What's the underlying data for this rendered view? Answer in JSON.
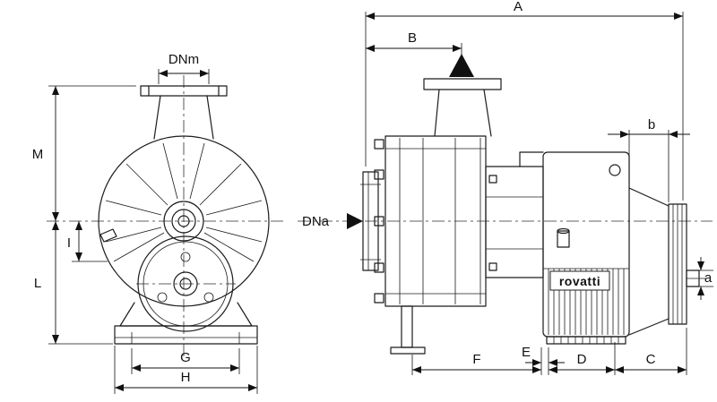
{
  "drawing": {
    "brand_label": "rovatti",
    "dims": {
      "A": "A",
      "B": "B",
      "C": "C",
      "D": "D",
      "E": "E",
      "F": "F",
      "G": "G",
      "H": "H",
      "I": "I",
      "L": "L",
      "M": "M",
      "a": "a",
      "b": "b",
      "DNm": "DNm",
      "DNa": "DNa"
    }
  }
}
